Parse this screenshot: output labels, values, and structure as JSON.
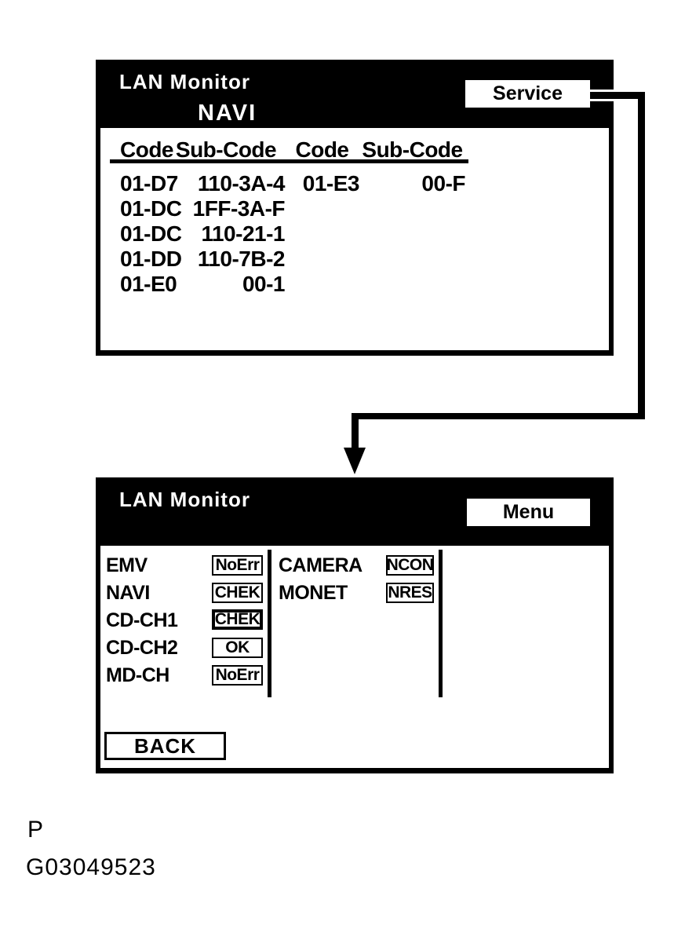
{
  "figure": {
    "label": "P",
    "code": "G03049523"
  },
  "screen1": {
    "title": "LAN Monitor",
    "subtitle": "NAVI",
    "button_label": "Service",
    "table": {
      "headers": [
        "Code",
        "Sub-Code",
        "Code",
        "Sub-Code"
      ],
      "rows": [
        [
          "01-D7",
          "110-3A-4",
          "01-E3",
          "00-F"
        ],
        [
          "01-DC",
          "1FF-3A-F",
          "",
          ""
        ],
        [
          "01-DC",
          "110-21-1",
          "",
          ""
        ],
        [
          "01-DD",
          "110-7B-2",
          "",
          ""
        ],
        [
          "01-E0",
          "00-1",
          "",
          ""
        ]
      ]
    }
  },
  "screen2": {
    "title": "LAN Monitor",
    "button_label": "Menu",
    "left_items": [
      {
        "label": "EMV",
        "status": "NoErr",
        "highlighted": false
      },
      {
        "label": "NAVI",
        "status": "CHEK",
        "highlighted": false
      },
      {
        "label": "CD-CH1",
        "status": "CHEK",
        "highlighted": true
      },
      {
        "label": "CD-CH2",
        "status": "OK",
        "highlighted": false
      },
      {
        "label": "MD-CH",
        "status": "NoErr",
        "highlighted": false
      }
    ],
    "right_items": [
      {
        "label": "CAMERA",
        "status": "NCON"
      },
      {
        "label": "MONET",
        "status": "NRES"
      }
    ],
    "back_label": "BACK"
  },
  "colors": {
    "screen_header_bg": "#000000",
    "screen_header_fg": "#ffffff",
    "panel_bg": "#ffffff",
    "text": "#000000"
  }
}
